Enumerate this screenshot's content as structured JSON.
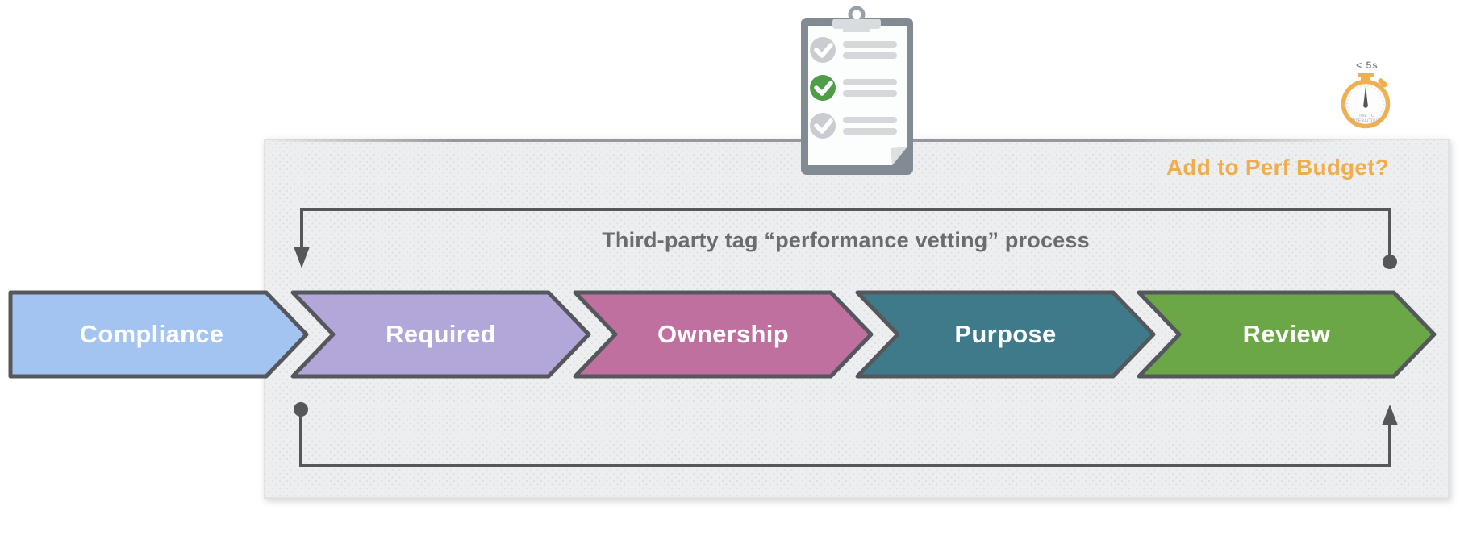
{
  "figure": {
    "title": "Third-party tag “performance vetting” process",
    "budget_question": "Add to Perf Budget?"
  },
  "stages": [
    {
      "label": "Compliance",
      "color": "#a3c3f1"
    },
    {
      "label": "Required",
      "color": "#b3a6d9"
    },
    {
      "label": "Ownership",
      "color": "#c0709e"
    },
    {
      "label": "Purpose",
      "color": "#3f7a8b"
    },
    {
      "label": "Review",
      "color": "#6ba647"
    }
  ],
  "stopwatch": {
    "time_label": "< 5s",
    "dial_line1": "TIME TO",
    "dial_line2": "INTERACTIVE",
    "ring_color": "#f0b052"
  },
  "clipboard": {
    "items": [
      {
        "status": "checked",
        "check_color": "#c9cdd1"
      },
      {
        "status": "checked",
        "check_color": "#519c47"
      },
      {
        "status": "checked",
        "check_color": "#c9cdd1"
      }
    ]
  },
  "colors": {
    "panel_bg": "#edeeef",
    "outline": "#54585c",
    "loop_line": "#54585b",
    "title_text": "#696d70",
    "accent_orange": "#efae4c",
    "stage_text": "#ffffff"
  }
}
